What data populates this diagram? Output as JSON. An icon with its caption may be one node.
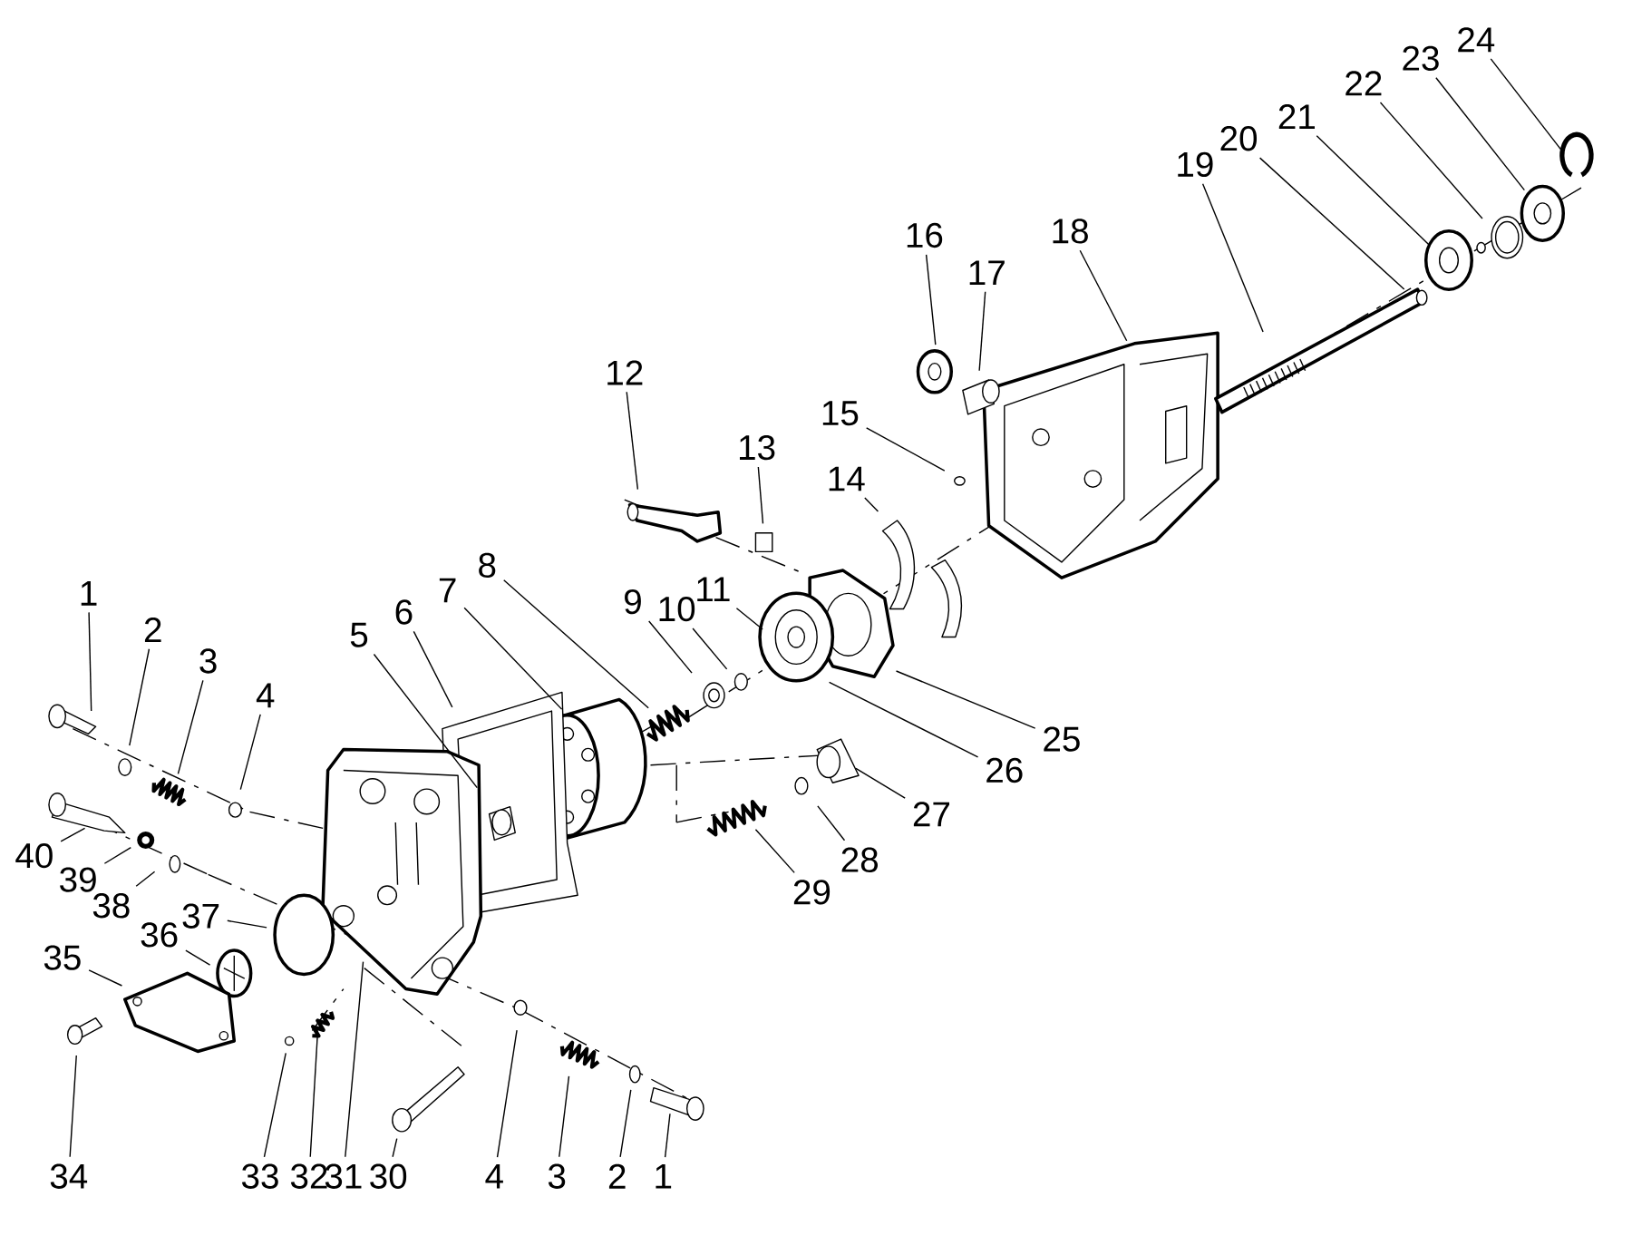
{
  "diagram": {
    "nodes": [
      {
        "text": [
          "1"
        ]
      },
      {
        "text": [
          "2"
        ]
      },
      {
        "text": [
          "3"
        ]
      },
      {
        "text": [
          "4"
        ]
      },
      {
        "text": [
          "5"
        ]
      },
      {
        "text": [
          "6"
        ]
      },
      {
        "text": [
          "7"
        ]
      },
      {
        "text": [
          "8"
        ]
      },
      {
        "text": [
          "9"
        ]
      },
      {
        "text": [
          "10"
        ]
      },
      {
        "text": [
          "11"
        ]
      },
      {
        "text": [
          "12"
        ]
      },
      {
        "text": [
          "13"
        ]
      },
      {
        "text": [
          "14"
        ]
      },
      {
        "text": [
          "15"
        ]
      },
      {
        "text": [
          "16"
        ]
      },
      {
        "text": [
          "17"
        ]
      },
      {
        "text": [
          "18"
        ]
      },
      {
        "text": [
          "19"
        ]
      },
      {
        "text": [
          "20"
        ]
      },
      {
        "text": [
          "21"
        ]
      },
      {
        "text": [
          "22"
        ]
      },
      {
        "text": [
          "23"
        ]
      },
      {
        "text": [
          "24"
        ]
      },
      {
        "text": [
          "25"
        ]
      },
      {
        "text": [
          "26"
        ]
      },
      {
        "text": [
          "27"
        ]
      },
      {
        "text": [
          "28"
        ]
      },
      {
        "text": [
          "29"
        ]
      },
      {
        "text": [
          "30"
        ]
      },
      {
        "text": [
          "31"
        ]
      },
      {
        "text": [
          "32"
        ]
      },
      {
        "text": [
          "33"
        ]
      },
      {
        "text": [
          "34"
        ]
      },
      {
        "text": [
          "35"
        ]
      },
      {
        "text": [
          "36"
        ]
      },
      {
        "text": [
          "37"
        ]
      },
      {
        "text": [
          "38"
        ]
      },
      {
        "text": [
          "39"
        ]
      },
      {
        "text": [
          "40"
        ]
      },
      {
        "text": [
          "4"
        ]
      },
      {
        "text": [
          "3"
        ]
      },
      {
        "text": [
          "2"
        ]
      },
      {
        "text": [
          "1"
        ]
      }
    ],
    "edges": [
      {
        "from": 0,
        "to": null,
        "arrow": "none"
      },
      {
        "from": 1,
        "to": null,
        "arrow": "none"
      },
      {
        "from": 2,
        "to": null,
        "arrow": "none"
      },
      {
        "from": 3,
        "to": null,
        "arrow": "none"
      },
      {
        "from": 4,
        "to": null,
        "arrow": "none"
      },
      {
        "from": 5,
        "to": null,
        "arrow": "none"
      },
      {
        "from": 6,
        "to": null,
        "arrow": "none"
      },
      {
        "from": 7,
        "to": null,
        "arrow": "none"
      },
      {
        "from": 8,
        "to": null,
        "arrow": "none"
      },
      {
        "from": 9,
        "to": null,
        "arrow": "none"
      },
      {
        "from": 10,
        "to": null,
        "arrow": "none"
      },
      {
        "from": 11,
        "to": null,
        "arrow": "none"
      },
      {
        "from": 12,
        "to": null,
        "arrow": "none"
      },
      {
        "from": 13,
        "to": null,
        "arrow": "none"
      },
      {
        "from": 14,
        "to": null,
        "arrow": "none"
      },
      {
        "from": 15,
        "to": null,
        "arrow": "none"
      },
      {
        "from": 16,
        "to": null,
        "arrow": "none"
      },
      {
        "from": 17,
        "to": null,
        "arrow": "none"
      },
      {
        "from": 18,
        "to": null,
        "arrow": "none"
      },
      {
        "from": 19,
        "to": null,
        "arrow": "none"
      },
      {
        "from": 20,
        "to": null,
        "arrow": "none"
      },
      {
        "from": 21,
        "to": null,
        "arrow": "none"
      },
      {
        "from": 22,
        "to": null,
        "arrow": "none"
      },
      {
        "from": 23,
        "to": null,
        "arrow": "none"
      },
      {
        "from": 24,
        "to": null,
        "arrow": "none"
      },
      {
        "from": 25,
        "to": null,
        "arrow": "none"
      },
      {
        "from": 26,
        "to": null,
        "arrow": "none"
      },
      {
        "from": 27,
        "to": null,
        "arrow": "none"
      },
      {
        "from": 28,
        "to": null,
        "arrow": "none"
      },
      {
        "from": 29,
        "to": null,
        "arrow": "none"
      },
      {
        "from": 30,
        "to": null,
        "arrow": "none"
      },
      {
        "from": 31,
        "to": null,
        "arrow": "none"
      },
      {
        "from": 32,
        "to": null,
        "arrow": "none"
      },
      {
        "from": 33,
        "to": null,
        "arrow": "none"
      },
      {
        "from": 34,
        "to": null,
        "arrow": "none"
      },
      {
        "from": 35,
        "to": null,
        "arrow": "none"
      },
      {
        "from": 36,
        "to": null,
        "arrow": "none"
      },
      {
        "from": 37,
        "to": null,
        "arrow": "none"
      },
      {
        "from": 38,
        "to": null,
        "arrow": "none"
      },
      {
        "from": 39,
        "to": null,
        "arrow": "none"
      },
      {
        "from": 40,
        "to": null,
        "arrow": "none"
      },
      {
        "from": 41,
        "to": null,
        "arrow": "none"
      },
      {
        "from": 42,
        "to": null,
        "arrow": "none"
      },
      {
        "from": 43,
        "to": null,
        "arrow": "none"
      }
    ]
  }
}
